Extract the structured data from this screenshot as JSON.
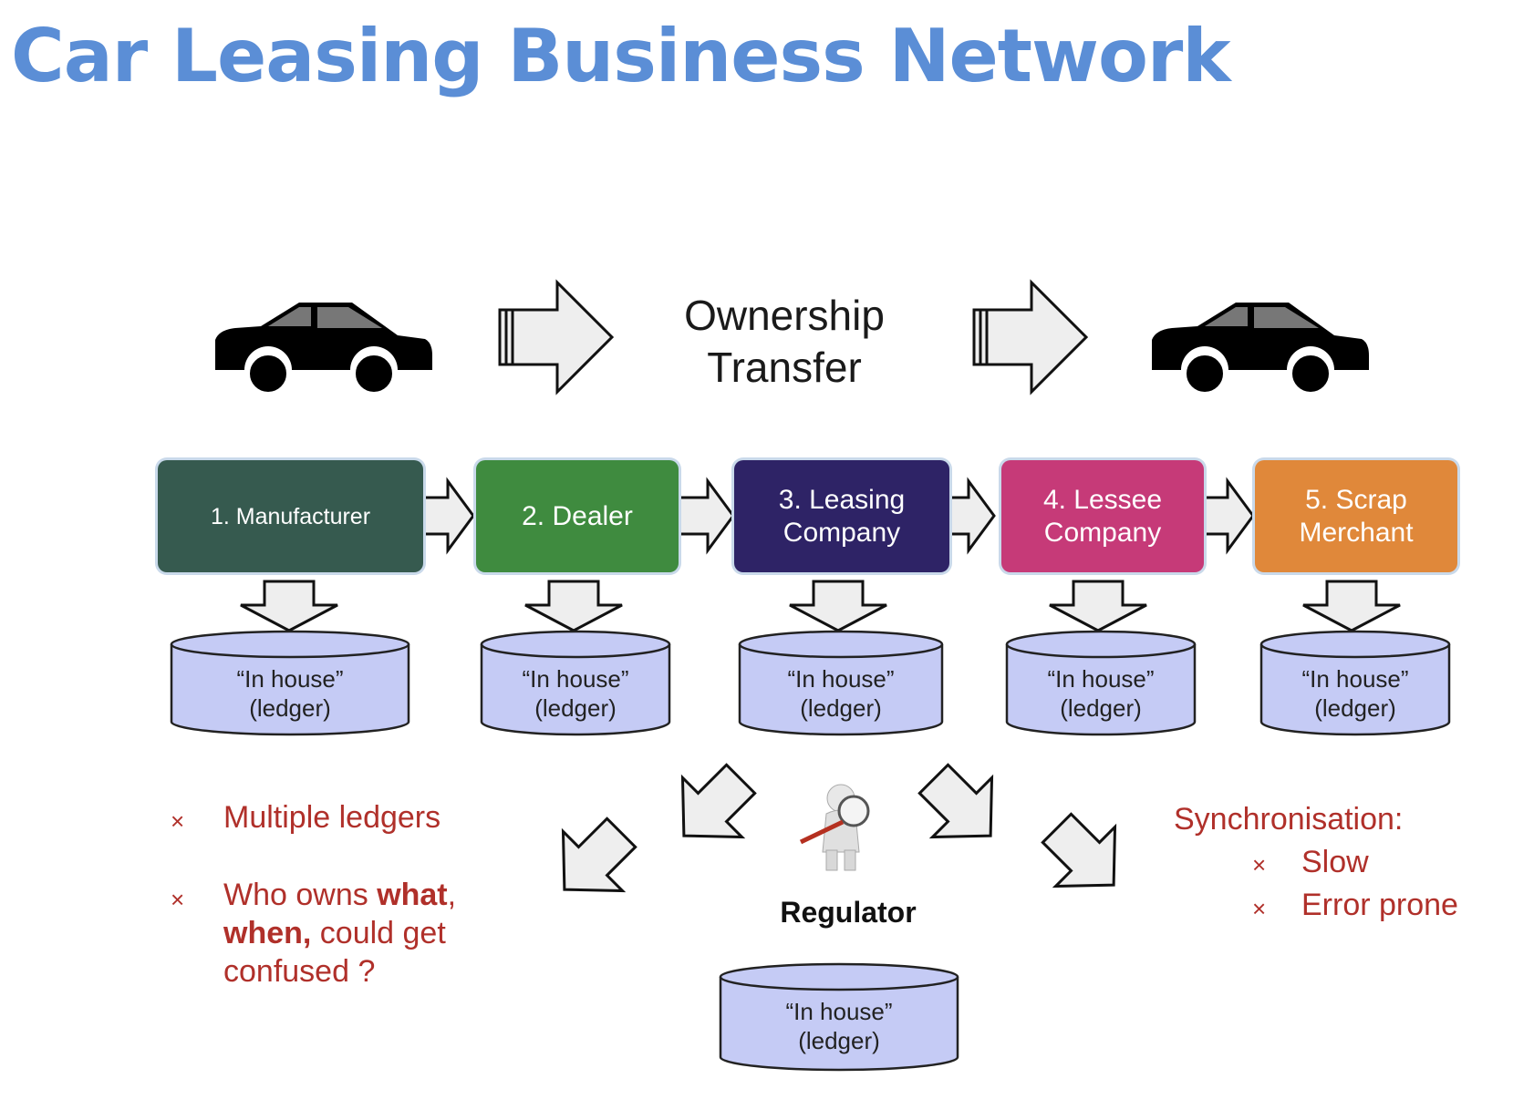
{
  "title": "Car Leasing Business Network",
  "ownership_transfer": "Ownership\nTransfer",
  "stages": [
    {
      "label": "1. Manufacturer",
      "color": "#365a4f"
    },
    {
      "label": "2. Dealer",
      "color": "#3f8b3f"
    },
    {
      "label": "3. Leasing\nCompany",
      "color": "#2e2366"
    },
    {
      "label": "4. Lessee\nCompany",
      "color": "#c63a78"
    },
    {
      "label": "5. Scrap\nMerchant",
      "color": "#e0883a"
    }
  ],
  "ledger_label": "“In house”\n(ledger)",
  "regulator": {
    "label": "Regulator",
    "ledger_label": "“In house”\n(ledger)"
  },
  "left_notes": {
    "bullet": "×",
    "item1": "Multiple ledgers",
    "item2": {
      "prefix": "Who owns ",
      "bold1": "what",
      "mid": ",",
      "bold2": "when,",
      "suffix": " could get confused ?"
    }
  },
  "right_notes": {
    "heading": "Synchronisation:",
    "bullet": "×",
    "items": [
      "Slow",
      "Error prone"
    ]
  },
  "colors": {
    "title": "#5b8ed6",
    "note_text": "#b0302a",
    "ledger_fill": "#c5cbf5",
    "arrow_fill": "#eeeeee"
  },
  "icons": [
    "car-icon",
    "regulator-magnifier-icon"
  ]
}
